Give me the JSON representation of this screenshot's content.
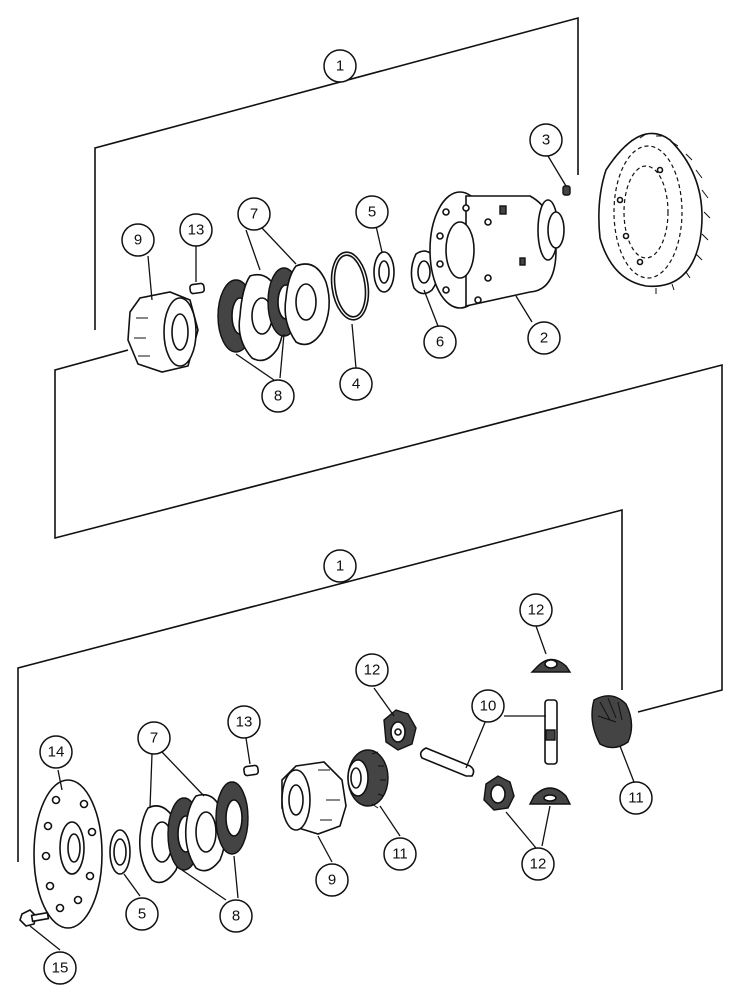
{
  "callouts": {
    "c1_top": "1",
    "c2": "2",
    "c3": "3",
    "c4": "4",
    "c5_top": "5",
    "c6": "6",
    "c7_top": "7",
    "c8_top": "8",
    "c9_top": "9",
    "c13_top": "13",
    "c1_bot": "1",
    "c5_bot": "5",
    "c7_bot": "7",
    "c8_bot": "8",
    "c9_bot": "9",
    "c10": "10",
    "c11_a": "11",
    "c11_b": "11",
    "c12_a": "12",
    "c12_b": "12",
    "c12_c": "12",
    "c13_bot": "13",
    "c14": "14",
    "c15": "15"
  }
}
